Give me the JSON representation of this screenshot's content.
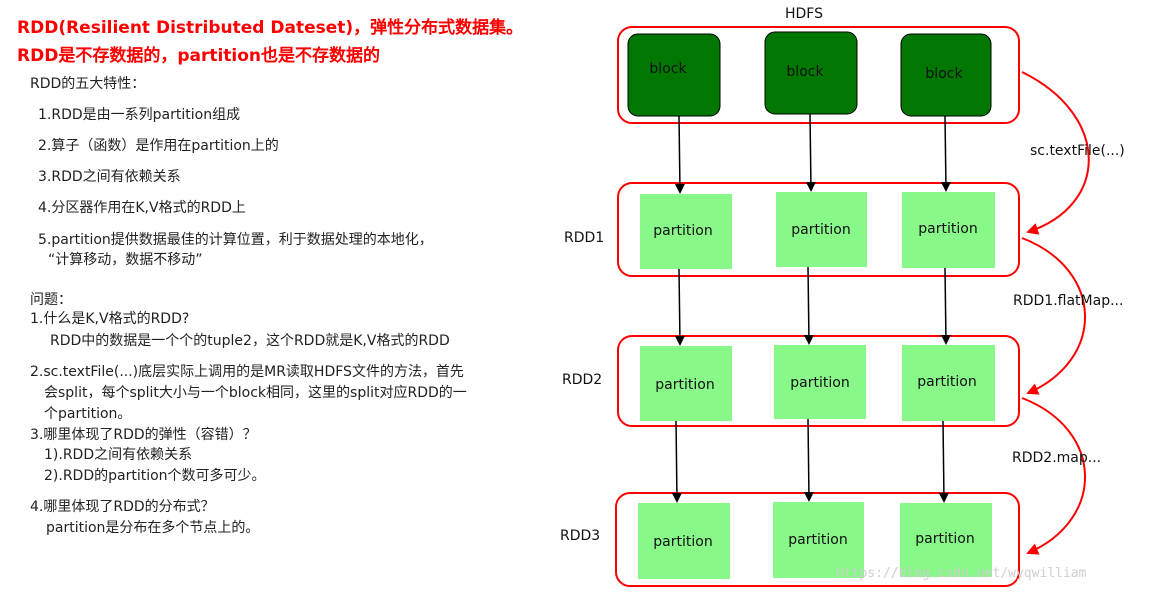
{
  "left": {
    "title_line1": "RDD(Resilient Distributed Dateset)，弹性分布式数据集。",
    "title_line2": "RDD是不存数据的，partition也是不存数据的",
    "features_heading": "RDD的五大特性：",
    "features": [
      "1.RDD是由一系列partition组成",
      "2.算子（函数）是作用在partition上的",
      "3.RDD之间有依赖关系",
      "4.分区器作用在K,V格式的RDD上",
      "5.partition提供数据最佳的计算位置，利于数据处理的本地化，",
      "“计算移动，数据不移动”"
    ],
    "questions_heading": "问题：",
    "questions": [
      "1.什么是K,V格式的RDD?",
      "RDD中的数据是一个个的tuple2，这个RDD就是K,V格式的RDD",
      "2.sc.textFile(...)底层实际上调用的是MR读取HDFS文件的方法，首先",
      "会split，每个split大小与一个block相同，这里的split对应RDD的一",
      "个partition。",
      "3.哪里体现了RDD的弹性（容错）？",
      "1).RDD之间有依赖关系",
      "2).RDD的partition个数可多可少。",
      "4.哪里体现了RDD的分布式？",
      "partition是分布在多个节点上的。"
    ]
  },
  "diagram": {
    "hdfs_label": "HDFS",
    "block_label": "block",
    "partition_label": "partition",
    "rdd_labels": [
      "RDD1",
      "RDD2",
      "RDD3"
    ],
    "transforms": [
      "sc.textFile(...)",
      "RDD1.flatMap...",
      "RDD2.map..."
    ],
    "colors": {
      "container_border": "#ff0000",
      "block_fill": "#007700",
      "partition_fill": "#88f888",
      "arrow": "#000000",
      "curve_arrow": "#ff0000"
    }
  },
  "watermark": "https://blog.csdn.net/wyqwilliam"
}
